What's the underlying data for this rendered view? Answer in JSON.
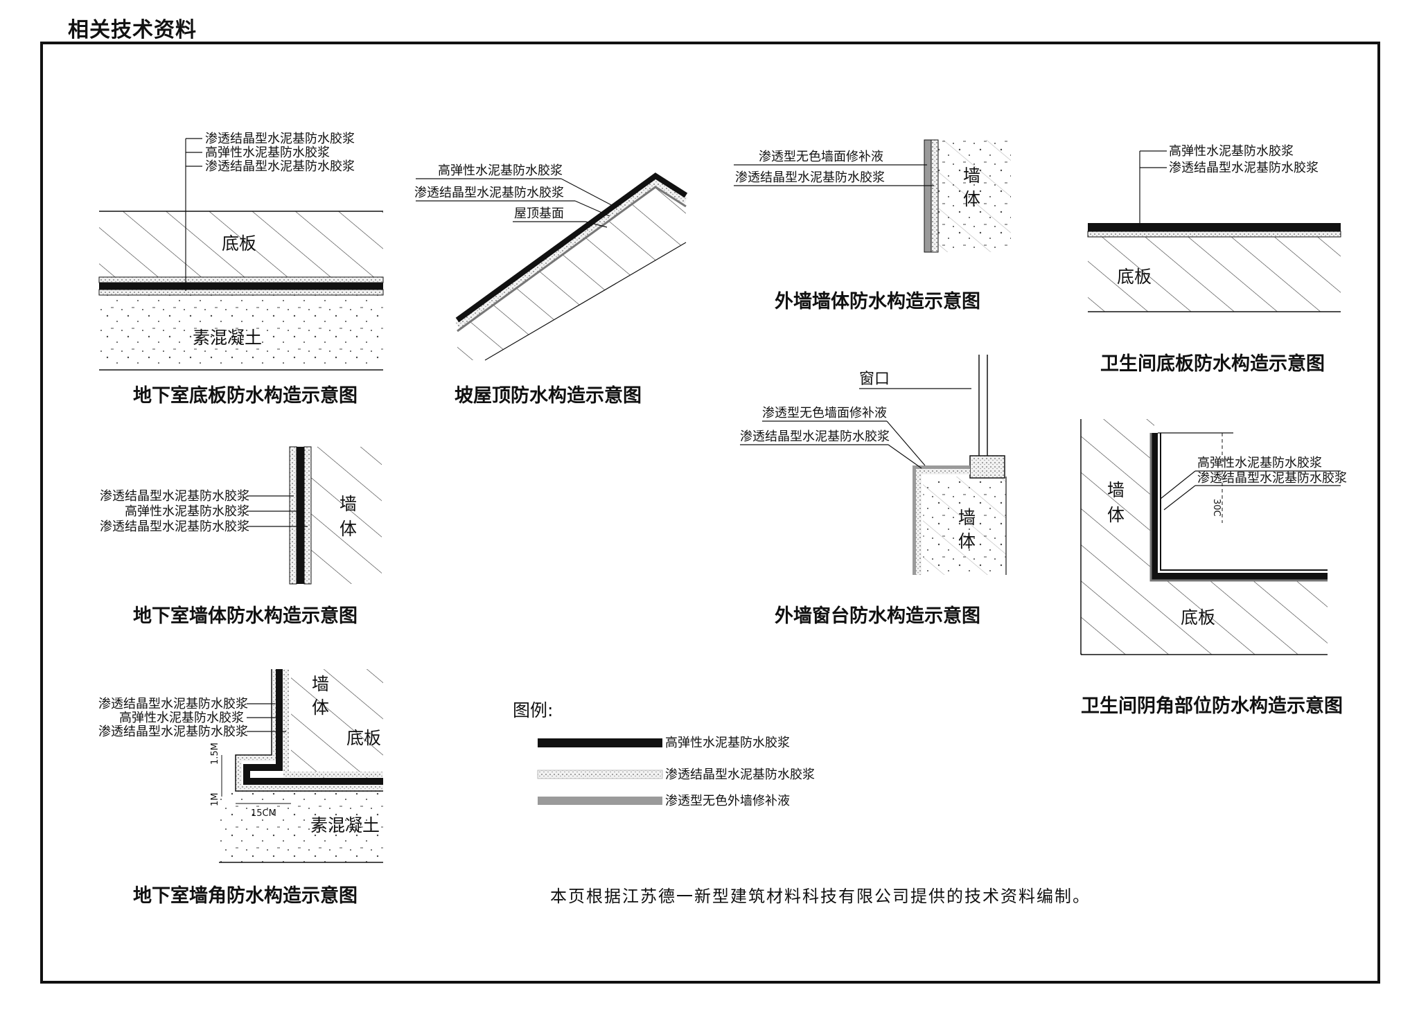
{
  "page_title": "相关技术资料",
  "diagrams": {
    "basement_floor": {
      "caption": "地下室底板防水构造示意图",
      "layers": [
        "渗透结晶型水泥基防水胶浆",
        "高弹性水泥基防水胶浆",
        "渗透结晶型水泥基防水胶浆"
      ],
      "upper_material": "底板",
      "lower_material": "素混凝土"
    },
    "pitched_roof": {
      "caption": "坡屋顶防水构造示意图",
      "layers": [
        "高弹性水泥基防水胶浆",
        "渗透结晶型水泥基防水胶浆",
        "屋顶基面"
      ]
    },
    "exterior_wall": {
      "caption": "外墙墙体防水构造示意图",
      "layers": [
        "渗透型无色墙面修补液",
        "渗透结晶型水泥基防水胶浆"
      ],
      "material_1": "墙",
      "material_2": "体"
    },
    "bathroom_floor": {
      "caption": "卫生间底板防水构造示意图",
      "layers": [
        "高弹性水泥基防水胶浆",
        "渗透结晶型水泥基防水胶浆"
      ],
      "material": "底板"
    },
    "basement_wall": {
      "caption": "地下室墙体防水构造示意图",
      "layers": [
        "渗透结晶型水泥基防水胶浆",
        "高弹性水泥基防水胶浆",
        "渗透结晶型水泥基防水胶浆"
      ],
      "material_1": "墙",
      "material_2": "体"
    },
    "window_sill": {
      "caption": "外墙窗台防水构造示意图",
      "window_label": "窗口",
      "layers": [
        "渗透型无色墙面修补液",
        "渗透结晶型水泥基防水胶浆"
      ],
      "material_1": "墙",
      "material_2": "体"
    },
    "bathroom_corner": {
      "caption": "卫生间阴角部位防水构造示意图",
      "layers": [
        "高弹性水泥基防水胶浆",
        "渗透结晶型水泥基防水胶浆"
      ],
      "material_wall_1": "墙",
      "material_wall_2": "体",
      "material_floor": "底板",
      "dimension": "30C"
    },
    "basement_corner": {
      "caption": "地下室墙角防水构造示意图",
      "layers": [
        "渗透结晶型水泥基防水胶浆",
        "高弹性水泥基防水胶浆",
        "渗透结晶型水泥基防水胶浆"
      ],
      "material_wall_1": "墙",
      "material_wall_2": "体",
      "material_floor": "底板",
      "material_base": "素混凝土",
      "dim_height": "1.5M",
      "dim_width": "15CM",
      "dim_small": "1M"
    }
  },
  "legend": {
    "title": "图例:",
    "items": [
      {
        "label": "高弹性水泥基防水胶浆",
        "color": "#111111"
      },
      {
        "label": "渗透结晶型水泥基防水胶浆",
        "color": "#e8e8e8"
      },
      {
        "label": "渗透型无色外墙修补液",
        "color": "#9a9a9a"
      }
    ]
  },
  "note": "本页根据江苏德一新型建筑材料科技有限公司提供的技术资料编制。"
}
